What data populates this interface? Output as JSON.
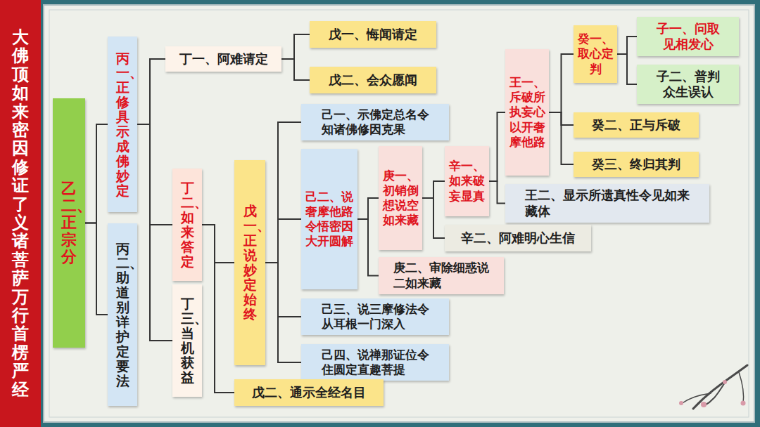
{
  "diagram": {
    "nodes": [
      {
        "text": [
          "大佛顶如来密因修证了义诸菩萨万行首楞严经"
        ]
      },
      {
        "text": [
          "乙二、正宗分"
        ]
      },
      {
        "text": [
          "丙一、正修具示成佛妙定"
        ]
      },
      {
        "text": [
          "丁一、阿难请定"
        ]
      },
      {
        "text": [
          "戊一、悔闻请定"
        ]
      },
      {
        "text": [
          "戊二、会众愿闻"
        ]
      },
      {
        "text": [
          "丁二、如来答定"
        ]
      },
      {
        "text": [
          "戊一、正说妙定始终"
        ]
      },
      {
        "text": [
          "己一、示佛定总名令知诸佛修因克果"
        ]
      },
      {
        "text": [
          "己二、说奢摩他路令悟密因大开圆解"
        ]
      },
      {
        "text": [
          "庚一、初销倒想说空如来藏"
        ]
      },
      {
        "text": [
          "辛一、如来破妄显真"
        ]
      },
      {
        "text": [
          "王一、斥破所执妄心以开奢摩他路"
        ]
      },
      {
        "text": [
          "癸一、取心定判"
        ]
      },
      {
        "text": [
          "子一、问取见相发心"
        ]
      },
      {
        "text": [
          "子二、普判众生误认"
        ]
      },
      {
        "text": [
          "癸二、正与斥破"
        ]
      },
      {
        "text": [
          "癸三、终归其判"
        ]
      },
      {
        "text": [
          "王二、显示所遗真性令见如来藏体"
        ]
      },
      {
        "text": [
          "辛二、阿难明心生信"
        ]
      },
      {
        "text": [
          "庚二、审除细惑说二如来藏"
        ]
      },
      {
        "text": [
          "己三、说三摩修法令从耳根一门深入"
        ]
      },
      {
        "text": [
          "己四、说禅那证位令住圆定直趣菩提"
        ]
      },
      {
        "text": [
          "戊二、通示全经名目"
        ]
      },
      {
        "text": [
          "丁三、当机获益"
        ]
      },
      {
        "text": [
          "丙二、助道别详护定要法"
        ]
      }
    ],
    "edges": [
      {
        "from": 1,
        "to": 2,
        "arrow": "none"
      },
      {
        "from": 1,
        "to": 25,
        "arrow": "none"
      },
      {
        "from": 2,
        "to": 3,
        "arrow": "none"
      },
      {
        "from": 2,
        "to": 6,
        "arrow": "none"
      },
      {
        "from": 2,
        "to": 24,
        "arrow": "none"
      },
      {
        "from": 3,
        "to": 4,
        "arrow": "none"
      },
      {
        "from": 3,
        "to": 5,
        "arrow": "none"
      },
      {
        "from": 6,
        "to": 7,
        "arrow": "none"
      },
      {
        "from": 6,
        "to": 23,
        "arrow": "none"
      },
      {
        "from": 7,
        "to": 8,
        "arrow": "none"
      },
      {
        "from": 7,
        "to": 9,
        "arrow": "none"
      },
      {
        "from": 7,
        "to": 21,
        "arrow": "none"
      },
      {
        "from": 7,
        "to": 22,
        "arrow": "none"
      },
      {
        "from": 9,
        "to": 10,
        "arrow": "none"
      },
      {
        "from": 9,
        "to": 20,
        "arrow": "none"
      },
      {
        "from": 10,
        "to": 11,
        "arrow": "none"
      },
      {
        "from": 10,
        "to": 19,
        "arrow": "none"
      },
      {
        "from": 11,
        "to": 12,
        "arrow": "none"
      },
      {
        "from": 11,
        "to": 18,
        "arrow": "none"
      },
      {
        "from": 12,
        "to": 13,
        "arrow": "none"
      },
      {
        "from": 12,
        "to": 16,
        "arrow": "none"
      },
      {
        "from": 12,
        "to": 17,
        "arrow": "none"
      },
      {
        "from": 13,
        "to": 14,
        "arrow": "none"
      },
      {
        "from": 13,
        "to": 15,
        "arrow": "none"
      }
    ]
  }
}
